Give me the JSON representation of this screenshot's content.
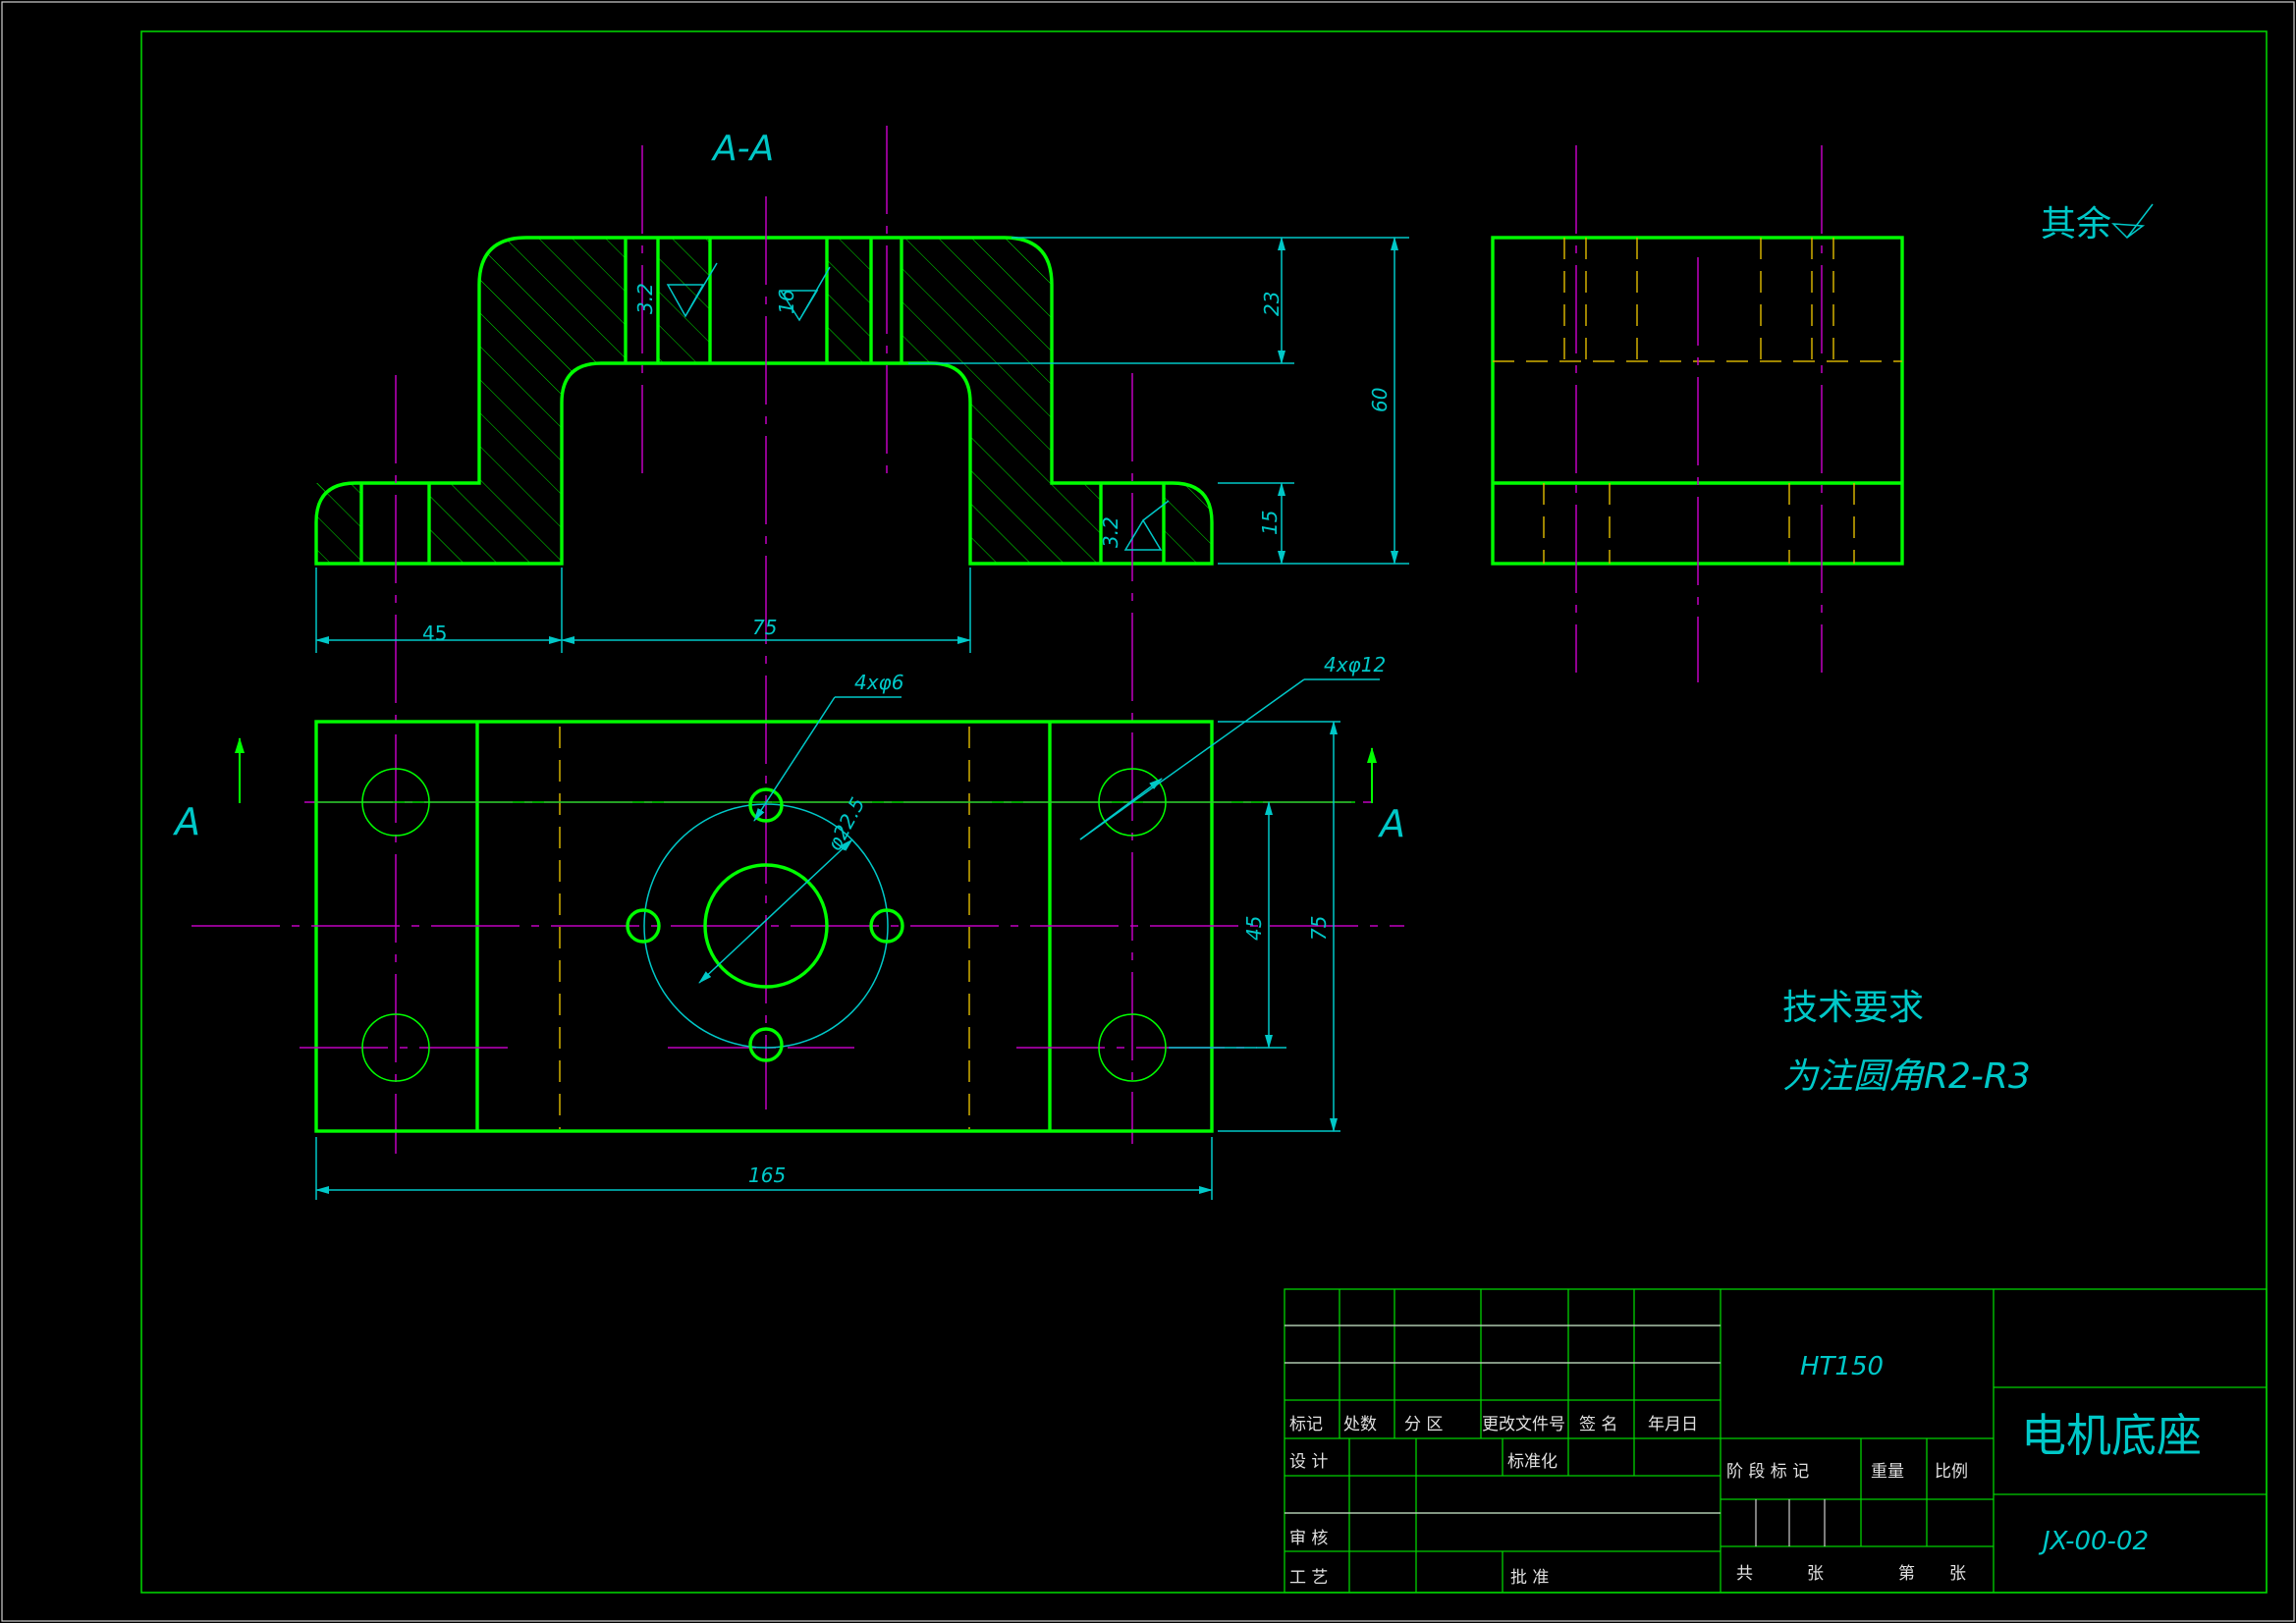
{
  "section_label": "A-A",
  "section_marks": {
    "left": "A",
    "right": "A"
  },
  "roughness": {
    "general": "其余",
    "symbols": [
      "3.2",
      "16",
      "3.2"
    ]
  },
  "dimensions": {
    "top_height": "23",
    "total_height": "60",
    "base_height": "15",
    "left_width": "45",
    "center_width": "75",
    "small_holes": "4xφ6",
    "large_holes": "4xφ12",
    "bolt_circle": "φ22.5",
    "plan_hole_spacing": "45",
    "plan_depth": "75",
    "total_length": "165"
  },
  "technical_requirements": {
    "title": "技术要求",
    "text": "为注圆角R2-R3"
  },
  "title_block": {
    "material": "HT150",
    "part_name": "电机底座",
    "drawing_number": "JX-00-02",
    "rev_headers": [
      "标记",
      "处数",
      "分 区",
      "更改文件号",
      "签 名",
      "年月日"
    ],
    "design": "设 计",
    "standardization": "标准化",
    "stage_marks": "阶 段 标 记",
    "weight": "重量",
    "scale": "比例",
    "review": "审 核",
    "process": "工 艺",
    "approve": "批 准",
    "total": "共",
    "sheets": "张",
    "sheet_no": "第",
    "sheet": "张"
  },
  "colors": {
    "outline": "#00ff00",
    "center_line": "#c000c0",
    "hidden_line": "#d2b000",
    "dimension": "#00c8c8",
    "background": "#000000"
  }
}
